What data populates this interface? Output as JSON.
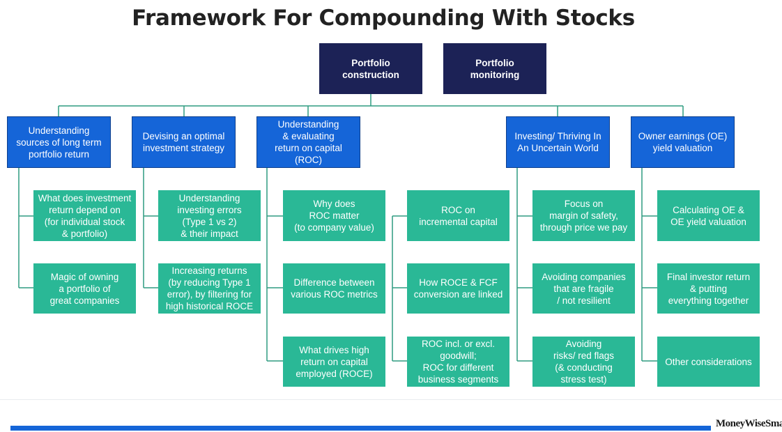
{
  "title": "Framework For Compounding With Stocks",
  "top": {
    "construction": "Portfolio\nconstruction",
    "monitoring": "Portfolio\nmonitoring"
  },
  "categories": [
    {
      "label": "Understanding\nsources of long term\nportfolio return"
    },
    {
      "label": "Devising an optimal\ninvestment strategy"
    },
    {
      "label": "Understanding\n& evaluating\nreturn on capital\n(ROC)"
    },
    {
      "label": "Investing/ Thriving In\nAn Uncertain World"
    },
    {
      "label": "Owner earnings (OE)\nyield valuation"
    }
  ],
  "items": {
    "c1": [
      "What does investment\nreturn depend on\n(for individual stock\n& portfolio)",
      "Magic of owning\na portfolio of\ngreat companies"
    ],
    "c2": [
      "Understanding\ninvesting errors\n(Type 1 vs 2)\n& their impact",
      "Increasing returns\n(by reducing Type 1\nerror), by filtering for\nhigh historical ROCE"
    ],
    "c3a": [
      "Why does\nROC matter\n(to company value)",
      "Difference between\nvarious ROC metrics",
      "What drives high\nreturn on capital\nemployed (ROCE)"
    ],
    "c3b": [
      "ROC on\nincremental capital",
      "How ROCE & FCF\nconversion are linked",
      "ROC incl. or excl.\ngoodwill;\nROC for different\nbusiness segments"
    ],
    "c4": [
      "Focus on\nmargin of safety,\nthrough price we pay",
      "Avoiding companies\nthat are fragile\n/ not resilient",
      "Avoiding\nrisks/ red flags\n(& conducting\nstress test)"
    ],
    "c5": [
      "Calculating OE &\nOE yield valuation",
      "Final investor return\n& putting\neverything together",
      "Other considerations"
    ]
  },
  "brand": "MoneyWiseSmart",
  "colors": {
    "navy": "#1c2256",
    "blue": "#1565d8",
    "teal": "#2ab896",
    "connector": "#2e9c80"
  }
}
